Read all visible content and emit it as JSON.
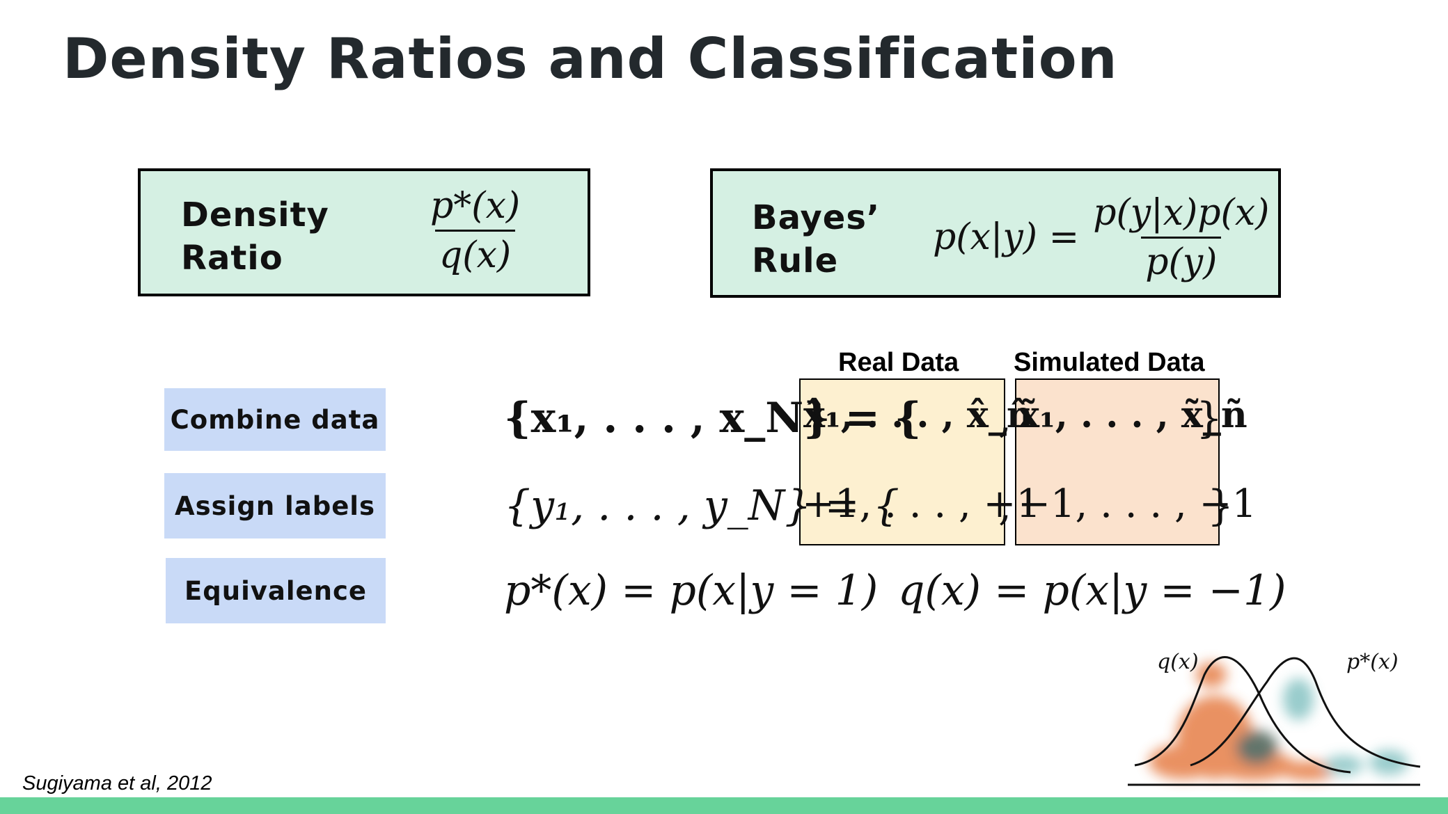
{
  "slide": {
    "title": "Density Ratios and Classification",
    "citation": "Sugiyama et al, 2012"
  },
  "density_box": {
    "label_line1": "Density",
    "label_line2": "Ratio",
    "formula_num": "p*(x)",
    "formula_den": "q(x)"
  },
  "bayes_box": {
    "label_line1": "Bayes’",
    "label_line2": "Rule",
    "formula_lhs": "p(x|y) =",
    "formula_num": "p(y|x)p(x)",
    "formula_den": "p(y)"
  },
  "columns": {
    "real": "Real Data",
    "simulated": "Simulated Data"
  },
  "steps": [
    {
      "label": "Combine data",
      "lhs": "{x₁, . . . , x_N} = {",
      "real": "x̂₁, . . . , x̂_n̂",
      "sep": ",",
      "sim": "x̃₁, . . . , x̃_ñ",
      "close": "}"
    },
    {
      "label": "Assign labels",
      "lhs": "{y₁, . . . , y_N} = {",
      "real": "+1, . . . , +1",
      "sep": ",",
      "sim": "−1, . . . , −1",
      "close": "}"
    },
    {
      "label": "Equivalence",
      "eq_left": "p*(x) = p(x|y = 1)",
      "eq_right": "q(x) = p(x|y = −1)"
    }
  ],
  "illustration": {
    "label_q": "q(x)",
    "label_p": "p*(x)",
    "color_q": "#e4763a",
    "color_p": "#7fbfbf"
  }
}
